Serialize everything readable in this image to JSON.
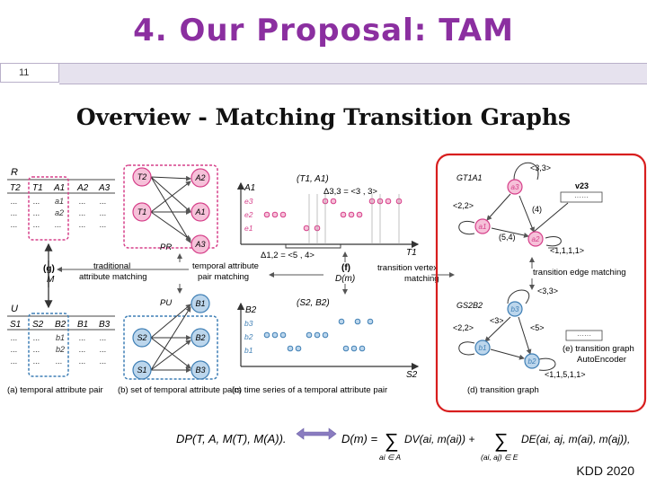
{
  "slide": {
    "title": "4. Our Proposal: TAM",
    "page_number": "11",
    "subtitle": "Overview - Matching Transition Graphs",
    "footer": "KDD 2020"
  },
  "panel_a": {
    "caption": "(a) temporal attribute pair",
    "table_r": {
      "name": "R",
      "headers": [
        "T2",
        "T1",
        "A1",
        "A2",
        "A3"
      ],
      "rows": [
        [
          "...",
          "...",
          "a1",
          "...",
          "..."
        ],
        [
          "...",
          "...",
          "a2",
          "...",
          "..."
        ],
        [
          "...",
          "...",
          "...",
          "...",
          "..."
        ]
      ]
    },
    "table_u": {
      "name": "U",
      "headers": [
        "S1",
        "S2",
        "B2",
        "B1",
        "B3"
      ],
      "rows": [
        [
          "...",
          "...",
          "b1",
          "...",
          "..."
        ],
        [
          "...",
          "...",
          "b2",
          "...",
          "..."
        ],
        [
          "...",
          "...",
          "...",
          "...",
          "..."
        ]
      ]
    },
    "g_label": "(g)",
    "m_label": "M",
    "traditional": [
      "traditional",
      "attribute matching"
    ]
  },
  "panel_b": {
    "caption": "(b) set of temporal attribute pairs",
    "pr": "PR",
    "pu": "PU",
    "top_t": [
      "T2",
      "T1"
    ],
    "top_a": [
      "A2",
      "A1",
      "A3"
    ],
    "bot_s": [
      "S2",
      "S1"
    ],
    "bot_b": [
      "B1",
      "B2",
      "B3"
    ],
    "tap_matching": [
      "temporal attribute",
      "pair matching"
    ]
  },
  "panel_c": {
    "caption": "(c) time series of a temporal attribute pair",
    "top_label": "(T1, A1)",
    "delta33": "Δ3,3 = <3 , 3>",
    "delta12": "Δ1,2 = <5 , 4>",
    "top_axis_y": "A1",
    "top_axis_x": "T1",
    "top_rows": [
      "e3",
      "e2",
      "e1"
    ],
    "f_label": "(f)",
    "dm_label": "D(m)",
    "tv_matching": [
      "transition vertex",
      "matching"
    ],
    "bot_label": "(S2, B2)",
    "bot_axis_y": "B2",
    "bot_axis_x": "S2",
    "bot_rows": [
      "b3",
      "b2",
      "b1"
    ]
  },
  "panel_d": {
    "caption": "(d) transition graph",
    "g_top": "GT1A1",
    "g_bot": "GS2B2",
    "top_nodes": [
      "a3",
      "a1",
      "a2"
    ],
    "bot_nodes": [
      "b3",
      "b1",
      "b2"
    ],
    "top_edges": [
      "<3,3>",
      "<2,2>",
      "(4)",
      "(5,4)"
    ],
    "bot_edges": [
      "<3,3>",
      "<2,2>",
      "<3>",
      "<5>"
    ],
    "v_label": "v23",
    "vec_top": "<1,1,1,1>",
    "vec_bot": "<1,1,5,1,1>",
    "edge_matching": "transition edge matching",
    "autoencoder": [
      "(e) transition graph",
      "AutoEncoder"
    ]
  },
  "formula": {
    "left": "DP(T, A, M(T), M(A)).",
    "dm": "D(m) =",
    "sum1_term": "DV(ai, m(ai)) +",
    "sum1_sub": "ai ∈ A",
    "sum2_term": "DE(ai, aj, m(ai), m(aj)),",
    "sum2_sub": "(ai, aj) ∈ E"
  },
  "colors": {
    "title": "#8b2fa0",
    "pink": "#d6408a",
    "blue": "#3f7fb5",
    "arrow": "#8a7cc0",
    "red_box": "#d81e1e"
  }
}
